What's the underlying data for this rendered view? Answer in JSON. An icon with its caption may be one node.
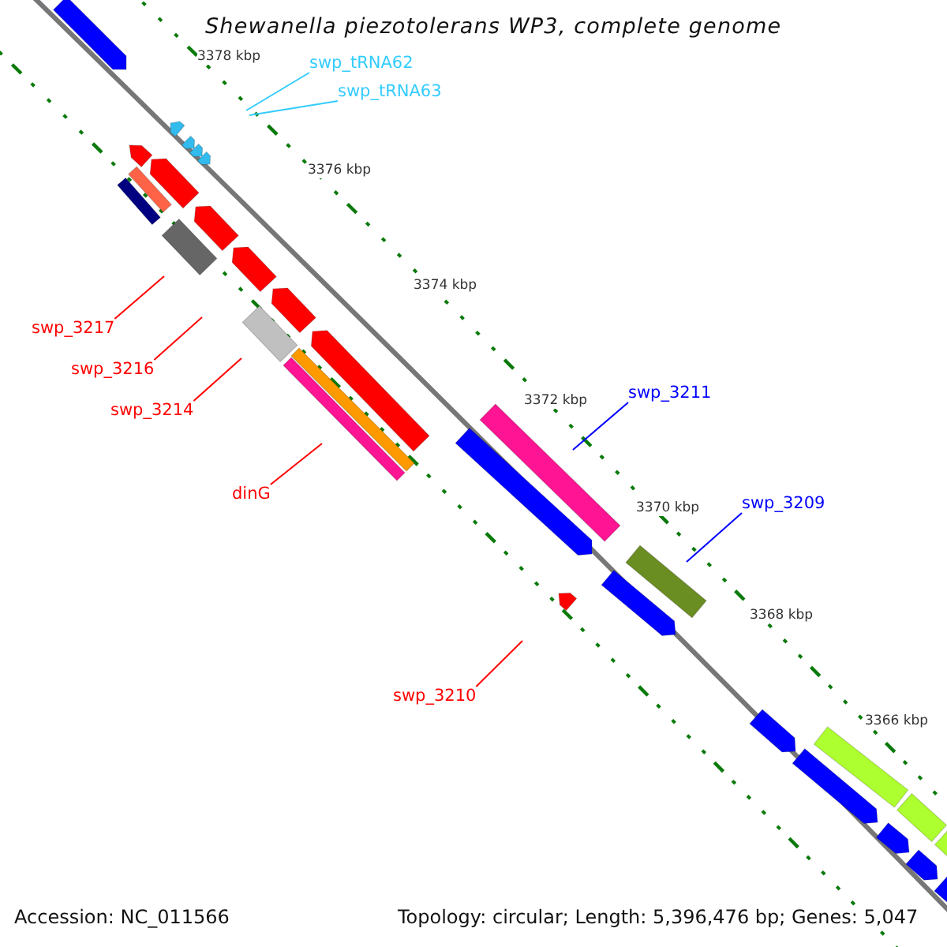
{
  "diagram": {
    "title": "Shewanella piezotolerans WP3, complete genome",
    "nodes": [
      {
        "text": [
          "swp_tRNA62"
        ]
      },
      {
        "text": [
          "swp_tRNA63"
        ]
      },
      {
        "text": [
          "swp_3217"
        ]
      },
      {
        "text": [
          "swp_3216"
        ]
      },
      {
        "text": [
          "swp_3214"
        ]
      },
      {
        "text": [
          "dinG"
        ]
      },
      {
        "text": [
          "swp_3211"
        ]
      },
      {
        "text": [
          "swp_3209"
        ]
      },
      {
        "text": [
          "swp_3210"
        ]
      }
    ],
    "edges": [
      {
        "from": 0,
        "to": null,
        "arrow": "none",
        "color": "#33ccff"
      },
      {
        "from": 1,
        "to": null,
        "arrow": "none",
        "color": "#33ccff"
      },
      {
        "from": 2,
        "to": null,
        "arrow": "none"
      },
      {
        "from": 3,
        "to": null,
        "arrow": "none"
      },
      {
        "from": 4,
        "to": null,
        "arrow": "none"
      },
      {
        "from": 5,
        "to": null,
        "arrow": "none"
      },
      {
        "from": 6,
        "to": null,
        "arrow": "none",
        "color": "#0000ff"
      },
      {
        "from": 7,
        "to": null,
        "arrow": "none",
        "color": "#0000ff"
      },
      {
        "from": 8,
        "to": null,
        "arrow": "none"
      }
    ],
    "labels": [
      "3378 kbp",
      "3376 kbp",
      "3374 kbp",
      "3372 kbp",
      "3370 kbp",
      "3368 kbp",
      "3366 kbp",
      "Accession: NC_011566",
      "Topology: circular; Length: 5,396,476 bp; Genes: 5,047"
    ]
  }
}
